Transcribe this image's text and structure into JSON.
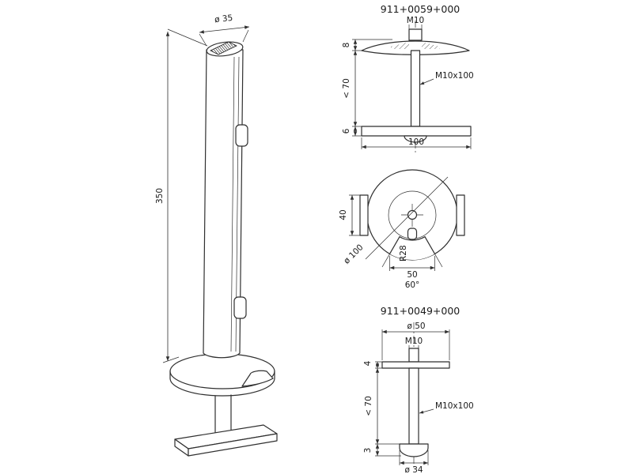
{
  "views": {
    "iso": {
      "dia": "ø 35",
      "height": "350"
    },
    "clamp": {
      "part_no": "911+0059+000",
      "bolt": "M10",
      "disc_thickness": "8",
      "range": "< 70",
      "plate_thickness": "6",
      "plate_width": "100",
      "screw": "M10x100"
    },
    "plan": {
      "tab_width": "40",
      "dia": "ø 100",
      "notch_radius": "R28",
      "notch_width": "50",
      "notch_angle": "60°"
    },
    "bolt": {
      "part_no": "911+0049+000",
      "washer_dia": "ø 50",
      "bolt": "M10",
      "washer_thickness": "4",
      "range": "< 70",
      "screw": "M10x100",
      "head_height": "3",
      "head_dia": "ø 34"
    }
  }
}
